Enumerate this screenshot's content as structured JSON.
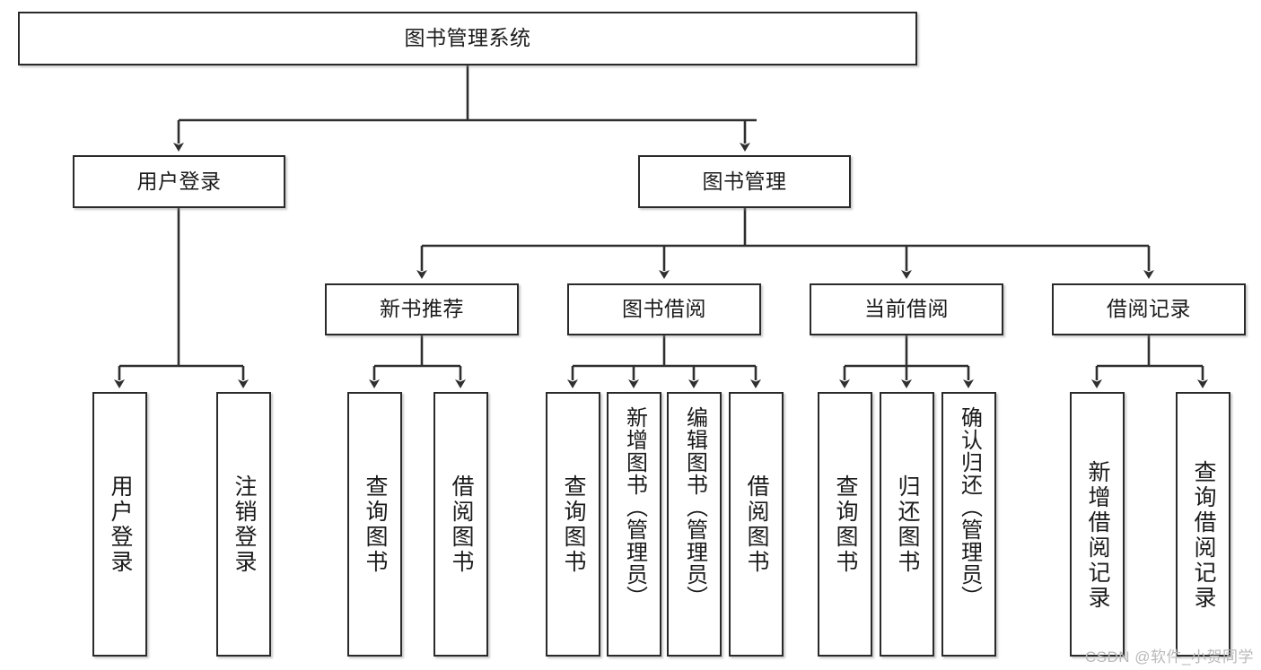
{
  "diagram": {
    "type": "tree-hierarchy",
    "title": "图书管理系统",
    "root": {
      "id": "root",
      "label": "图书管理系统"
    },
    "level2": [
      {
        "id": "user-login",
        "label": "用户登录"
      },
      {
        "id": "book-manage",
        "label": "图书管理"
      }
    ],
    "level3": [
      {
        "id": "new-book-rec",
        "label": "新书推荐",
        "parent": "book-manage"
      },
      {
        "id": "book-borrow",
        "label": "图书借阅",
        "parent": "book-manage"
      },
      {
        "id": "current-borrow",
        "label": "当前借阅",
        "parent": "book-manage"
      },
      {
        "id": "borrow-record",
        "label": "借阅记录",
        "parent": "book-manage"
      }
    ],
    "leaves": [
      {
        "id": "leaf-user-login",
        "label": "用户登录",
        "parent": "user-login"
      },
      {
        "id": "leaf-logout",
        "label": "注销登录",
        "parent": "user-login"
      },
      {
        "id": "leaf-query-book-1",
        "label": "查询图书",
        "parent": "new-book-rec"
      },
      {
        "id": "leaf-borrow-book-1",
        "label": "借阅图书",
        "parent": "new-book-rec"
      },
      {
        "id": "leaf-query-book-2",
        "label": "查询图书",
        "parent": "book-borrow"
      },
      {
        "id": "leaf-add-book",
        "label": "新增图书（管理员）",
        "parent": "book-borrow"
      },
      {
        "id": "leaf-edit-book",
        "label": "编辑图书（管理员）",
        "parent": "book-borrow"
      },
      {
        "id": "leaf-borrow-book-2",
        "label": "借阅图书",
        "parent": "book-borrow"
      },
      {
        "id": "leaf-query-book-3",
        "label": "查询图书",
        "parent": "current-borrow"
      },
      {
        "id": "leaf-return-book",
        "label": "归还图书",
        "parent": "current-borrow"
      },
      {
        "id": "leaf-confirm-return",
        "label": "确认归还（管理员）",
        "parent": "current-borrow"
      },
      {
        "id": "leaf-add-record",
        "label": "新增借阅记录",
        "parent": "borrow-record"
      },
      {
        "id": "leaf-query-record",
        "label": "查询借阅记录",
        "parent": "borrow-record"
      }
    ],
    "colors": {
      "box_border": "#2a2a2a",
      "box_fill": "#ffffff",
      "edge": "#2f2f2f",
      "background": "#ffffff",
      "watermark": "#b9b9b9"
    }
  },
  "watermark": {
    "text": "CSDN @软件_小贺同学"
  }
}
